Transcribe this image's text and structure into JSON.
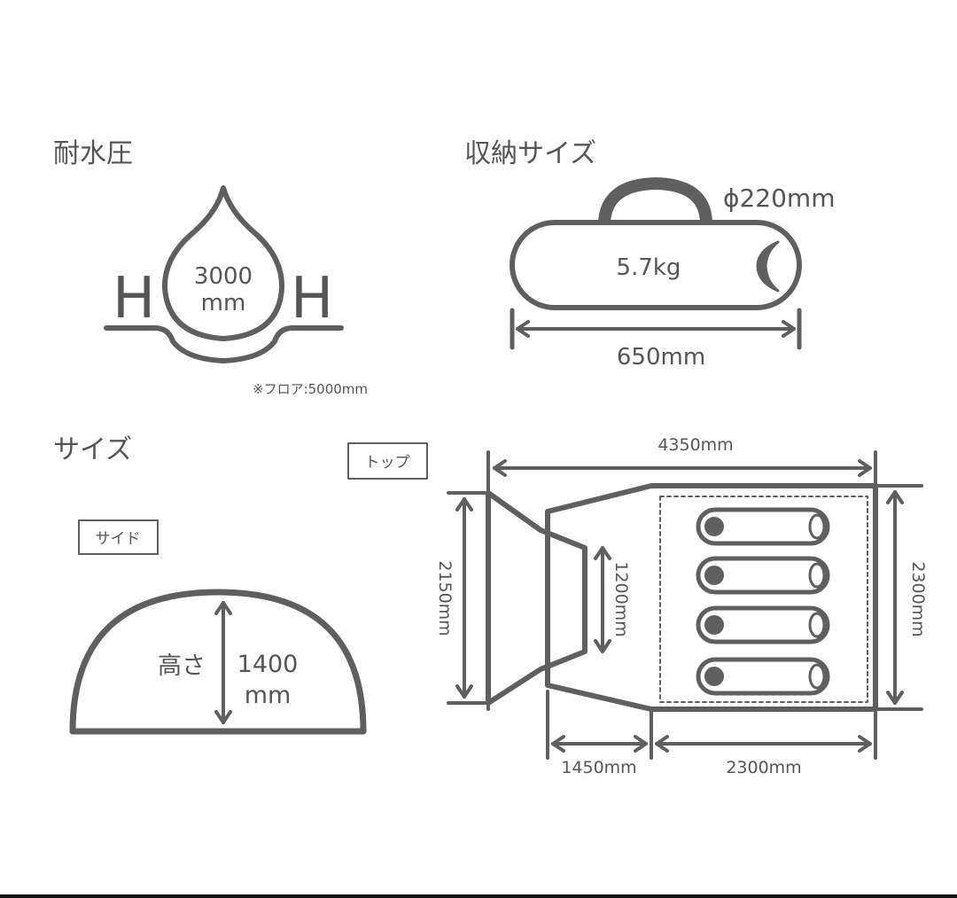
{
  "colors": {
    "line": "#5f5f5f",
    "text": "#555555",
    "background": "#ffffff",
    "fill_light": "#ffffff"
  },
  "water": {
    "title": "耐水圧",
    "value": "3000",
    "unit": "mm",
    "note": "※フロア:5000mm",
    "h_left": "H",
    "h_right": "H"
  },
  "storage": {
    "title": "収納サイズ",
    "diameter": "ϕ220mm",
    "weight": "5.7kg",
    "length": "650mm"
  },
  "size": {
    "title": "サイズ",
    "side_label": "サイド",
    "top_label": "トップ",
    "height_label": "高さ",
    "height_value": "1400",
    "height_unit": "mm",
    "total_length": "4350mm",
    "front_width": "2150mm",
    "inner_width": "1200mm",
    "body_width": "2300mm",
    "vestibule_length": "1450mm",
    "body_length": "2300mm",
    "sleeping_bags": 4
  }
}
